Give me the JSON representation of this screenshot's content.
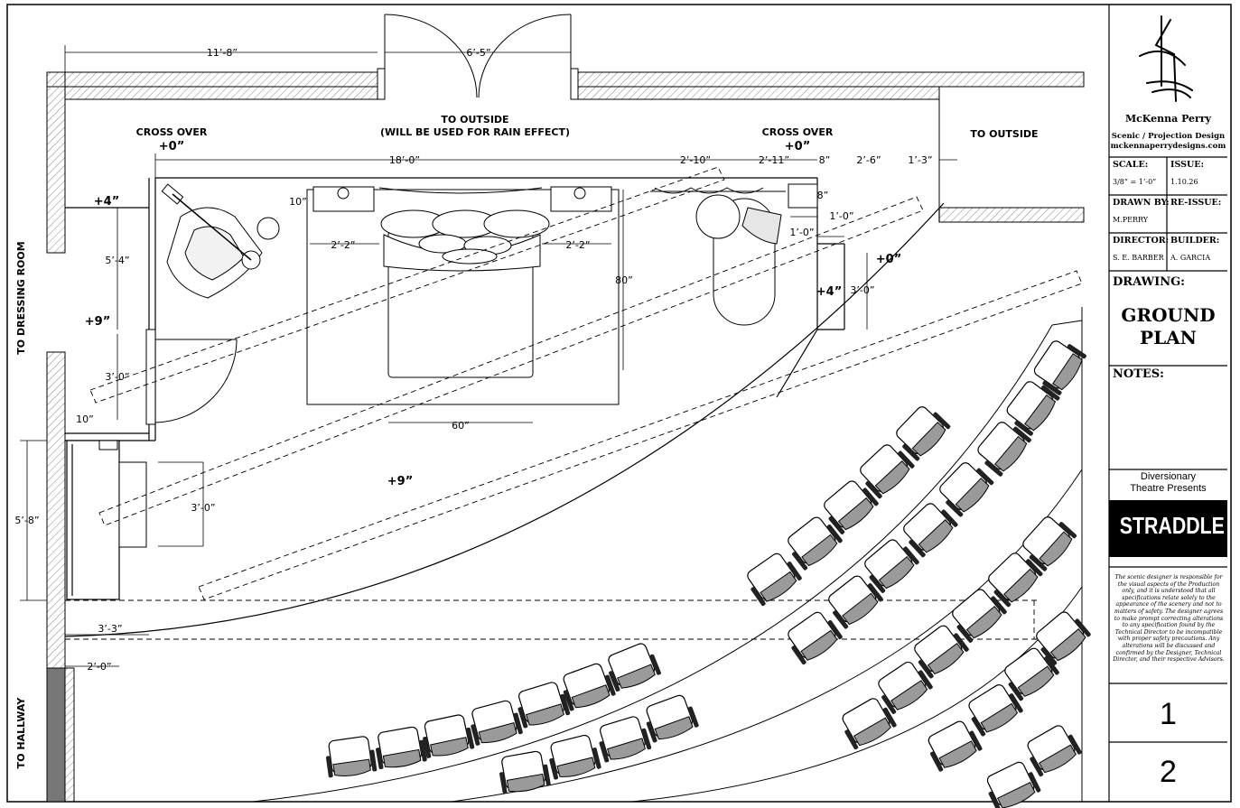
{
  "plan": {
    "labels": {
      "cross_over_left": "CROSS OVER",
      "cross_over_left_height": "+0”",
      "to_outside_center_1": "TO OUTSIDE",
      "to_outside_center_2": "(WILL BE USED FOR RAIN EFFECT)",
      "cross_over_right": "CROSS OVER",
      "cross_over_right_height": "+0”",
      "to_outside_right": "TO OUTSIDE",
      "to_dressing_room": "TO DRESSING ROOM",
      "to_hallway": "TO HALLWAY",
      "height_plus4_left": "+4”",
      "height_plus9_left": "+9”",
      "height_plus9_center": "+9”",
      "height_plus4_right": "+4”",
      "height_plus0_right": "+0”"
    },
    "dimensions": {
      "d_11_8": "11’-8”",
      "d_6_5": "6’-5”",
      "d_18_0": "18’-0”",
      "d_2_10": "2’-10”",
      "d_2_11": "2’-11”",
      "d_8_top": "8”",
      "d_2_6": "2’-6”",
      "d_1_3": "1’-3”",
      "d_8_side": "8”",
      "d_10_top": "10”",
      "d_2_2_left": "2’-2”",
      "d_2_2_right": "2’-2”",
      "d_80": "80”",
      "d_60": "60”",
      "d_5_4": "5’-4”",
      "d_3_0_door": "3’-0”",
      "d_10_door": "10”",
      "d_3_0_closet": "3’-0”",
      "d_5_8": "5’-8”",
      "d_3_3": "3’-3”",
      "d_2_0": "2’-0”",
      "d_1_0_a": "1’-0”",
      "d_1_0_b": "1’-0”",
      "d_3_0_step": "3’-0”"
    }
  },
  "title_block": {
    "designer_name": "McKenna Perry",
    "designer_title": "Scenic / Projection Design",
    "website": "mckennaperrydesigns.com",
    "scale_label": "SCALE:",
    "scale_value": "3/8” = 1’-0”",
    "issue_label": "ISSUE:",
    "issue_value": "1.10.26",
    "drawn_by_label": "DRAWN BY:",
    "drawn_by_value": "M.PERRY",
    "reissue_label": "RE-ISSUE:",
    "director_label": "DIRECTOR:",
    "director_value": "S. E. BARBER",
    "builder_label": "BUILDER:",
    "builder_value": "A. GARCIA",
    "drawing_label": "DRAWING:",
    "drawing_title_1": "GROUND",
    "drawing_title_2": "PLAN",
    "notes_label": "NOTES:",
    "presenter_1": "Diversionary",
    "presenter_2": "Theatre Presents",
    "show_title": "STRADDLE",
    "disclaimer": "The scenic designer is responsible for the visual aspects of the Production only, and it is understood that all specifications relate solely to the appearance of the scenery and not to matters of safety. The designer agrees to make prompt correcting alterations to any specification found by the Technical Director to be incompatible with proper safety precautions. Any alterations will be discussed and confirmed by the Designer, Technical Director, and their respective Advisors.",
    "sheet_number": "1",
    "sheet_total": "2"
  },
  "colors": {
    "ink": "#000000",
    "seat_shade": "#9a9a9a",
    "title_bg": "#000000",
    "title_fg": "#ffffff"
  }
}
